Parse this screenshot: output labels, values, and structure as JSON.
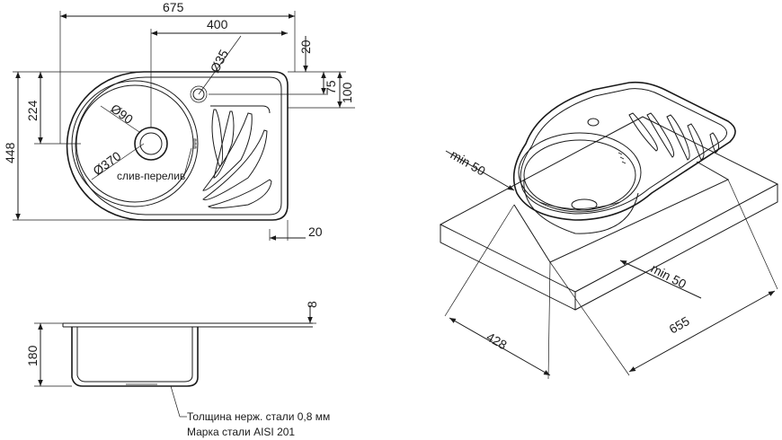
{
  "top_view": {
    "overall_width": "675",
    "bowl_offset": "400",
    "tap_hole": "Ø35",
    "top_margin": "20",
    "right_margin": "20",
    "tap_y": "75",
    "tap_y2": "100",
    "overall_depth": "448",
    "bowl_center_y": "224",
    "drain": "Ø90",
    "bowl_diameter": "Ø370",
    "overflow_label": "слив-перелив"
  },
  "section_view": {
    "rim": "8",
    "bowl_depth": "180",
    "note_line_1": "Толщина нерж. стали 0,8 мм",
    "note_line_2": "Марка стали AISI 201"
  },
  "iso_view": {
    "min_gap_left": "min 50",
    "min_gap_right": "min 50",
    "cutout_depth": "428",
    "cutout_width": "655"
  }
}
